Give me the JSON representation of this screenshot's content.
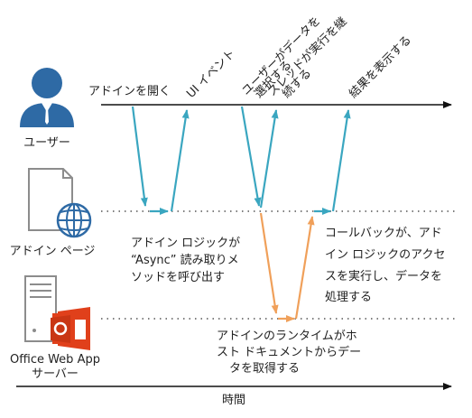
{
  "actors": {
    "user": "ユーザー",
    "addin_page": "アドイン ページ",
    "server_line1": "Office Web App",
    "server_line2": "サーバー"
  },
  "events": {
    "open_addin": "アドインを開く",
    "ui_event": "UI イベント",
    "select_data_l1": "ユーザーがデータを",
    "select_data_l2": "選択する",
    "continue_l1": "スレッドが実行を継",
    "continue_l2": "続する",
    "show_result": "結果を表示する"
  },
  "notes": {
    "async_l1": "アドイン ロジックが",
    "async_l2": "“Async” 読み取りメ",
    "async_l3": "ソッドを呼び出す",
    "callback_l1": "コールバックが、アド",
    "callback_l2": "イン ロジックのアクセ",
    "callback_l3": "スを実行し、データを",
    "callback_l4": "処理する",
    "runtime_l1": "アドインのランタイムがホ",
    "runtime_l2": "スト ドキュメントからデー",
    "runtime_l3": "タを取得する"
  },
  "time_axis": {
    "label": "時間"
  },
  "colors": {
    "blue_arrow": "#3aa6c0",
    "orange_arrow": "#f0a05a",
    "user_icon": "#2e6aa5",
    "globe": "#2e6aa5",
    "office": "#e0401b"
  }
}
